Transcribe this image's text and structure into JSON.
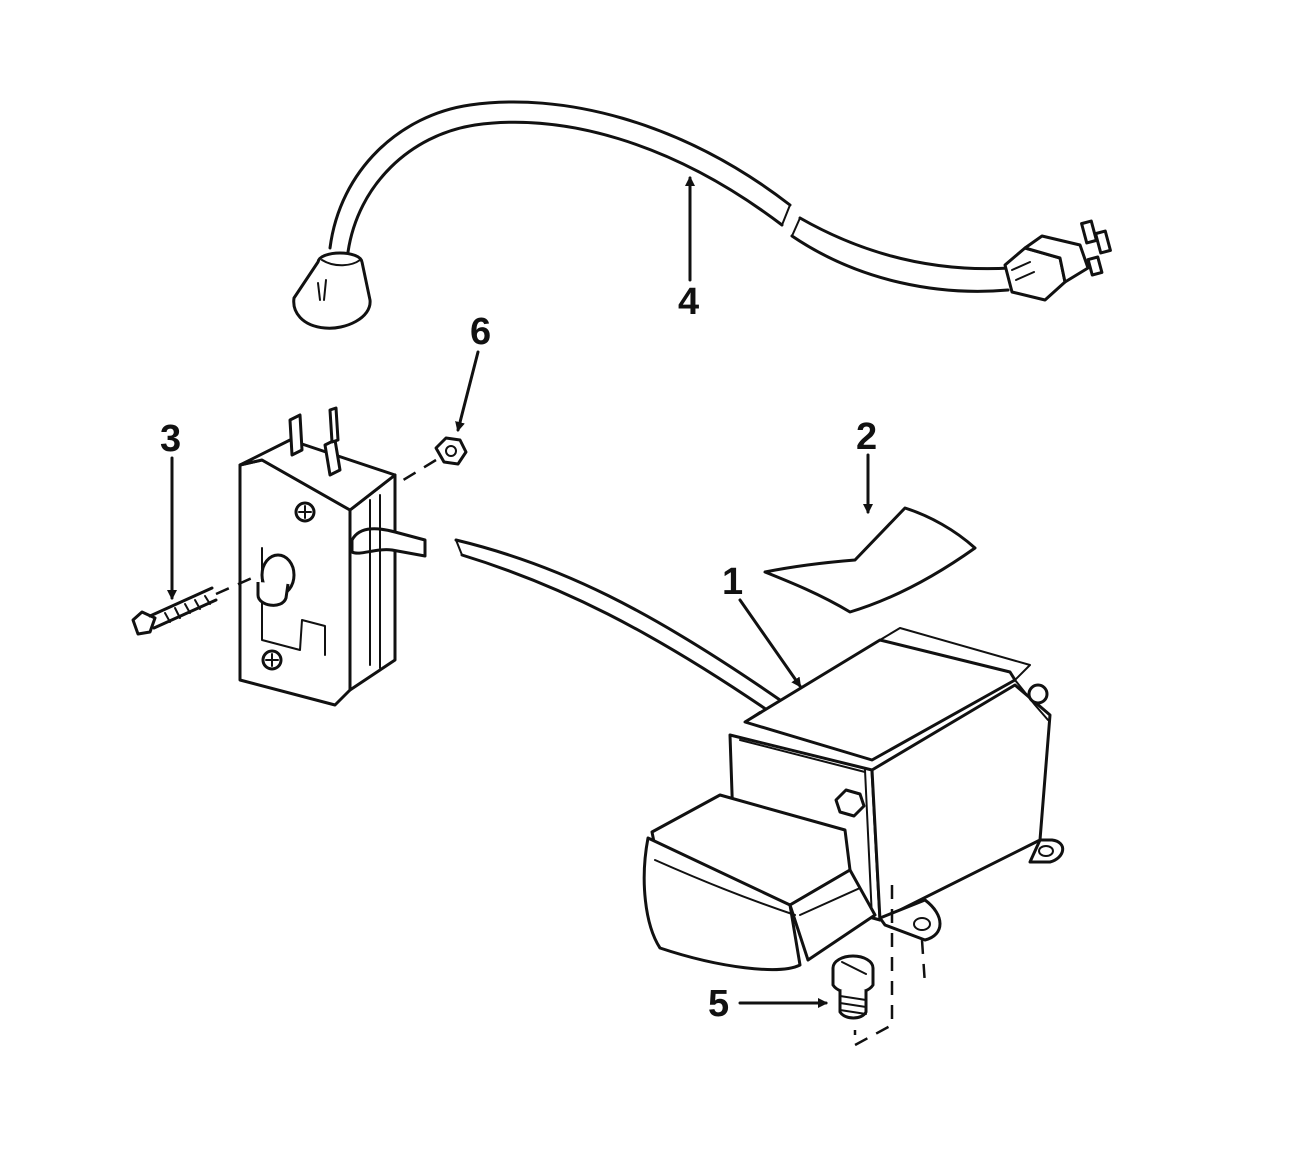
{
  "diagram": {
    "callouts": [
      {
        "id": "1",
        "label": "1"
      },
      {
        "id": "2",
        "label": "2"
      },
      {
        "id": "3",
        "label": "3"
      },
      {
        "id": "4",
        "label": "4"
      },
      {
        "id": "5",
        "label": "5"
      },
      {
        "id": "6",
        "label": "6"
      }
    ],
    "parts": {
      "motor": "motor-housing",
      "label_plate": "label-plate",
      "screw": "long-screw",
      "cord": "power-cord",
      "mount_screw": "mounting-screw",
      "nut": "hex-nut",
      "switch": "switch-assembly"
    },
    "colors": {
      "line": "#111111",
      "background": "#ffffff"
    }
  }
}
